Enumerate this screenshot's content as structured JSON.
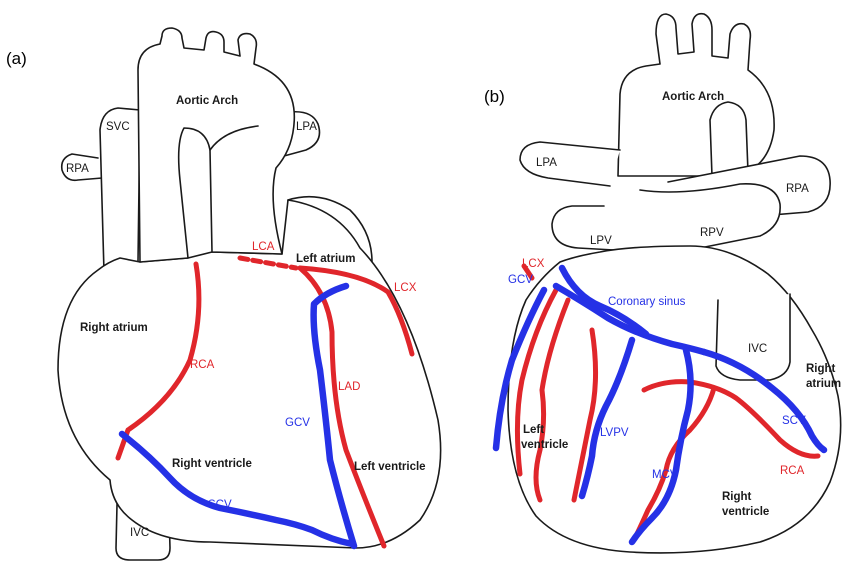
{
  "panel_a": {
    "panel_label": "(a)",
    "aortic_arch": "Aortic Arch",
    "svc": "SVC",
    "rpa": "RPA",
    "lpa": "LPA",
    "lca": "LCA",
    "left_atrium": "Left atrium",
    "lcx": "LCX",
    "right_atrium": "Right atrium",
    "rca": "RCA",
    "lad": "LAD",
    "gcv": "GCV",
    "right_ventricle": "Right ventricle",
    "left_ventricle": "Left ventricle",
    "scv": "SCV",
    "ivc": "IVC"
  },
  "panel_b": {
    "panel_label": "(b)",
    "aortic_arch": "Aortic Arch",
    "lpa": "LPA",
    "rpa": "RPA",
    "lpv": "LPV",
    "rpv": "RPV",
    "lcx": "LCX",
    "gcv": "GCV",
    "coronary_sinus": "Coronary sinus",
    "ivc": "IVC",
    "right_atrium_1": "Right",
    "right_atrium_2": "atrium",
    "left_ventricle_1": "Left",
    "left_ventricle_2": "ventricle",
    "lvpv": "LVPV",
    "scv": "SCV",
    "mcv": "MCV",
    "rca": "RCA",
    "right_ventricle_1": "Right",
    "right_ventricle_2": "ventricle"
  },
  "colors": {
    "artery": "#e0262b",
    "vein": "#2531e6",
    "outline": "#1a1a1a"
  }
}
